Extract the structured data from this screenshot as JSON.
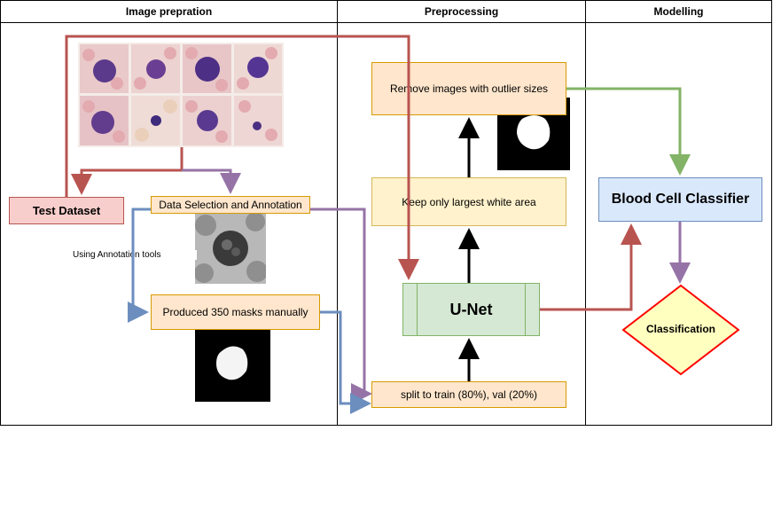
{
  "lanes": {
    "image_prep": "Image prepration",
    "preprocessing": "Preprocessing",
    "modelling": "Modelling"
  },
  "nodes": {
    "test_dataset": "Test Dataset",
    "data_selection": "Data Selection and Annotation",
    "annotation_tools": "Using Annotation tools",
    "produced_masks": "Produced 350 masks manually",
    "remove_outliers": "Remove images with outlier sizes",
    "keep_largest": "Keep only largest white area",
    "unet": "U-Net",
    "split": "split to train (80%), val (20%)",
    "classifier": "Blood Cell Classifier",
    "classification": "Classification"
  },
  "colors": {
    "red_arrow": "#b85450",
    "purple_arrow": "#9673a6",
    "blue_arrow": "#6c8ebf",
    "green_arrow": "#82b366",
    "black_arrow": "#000000"
  }
}
